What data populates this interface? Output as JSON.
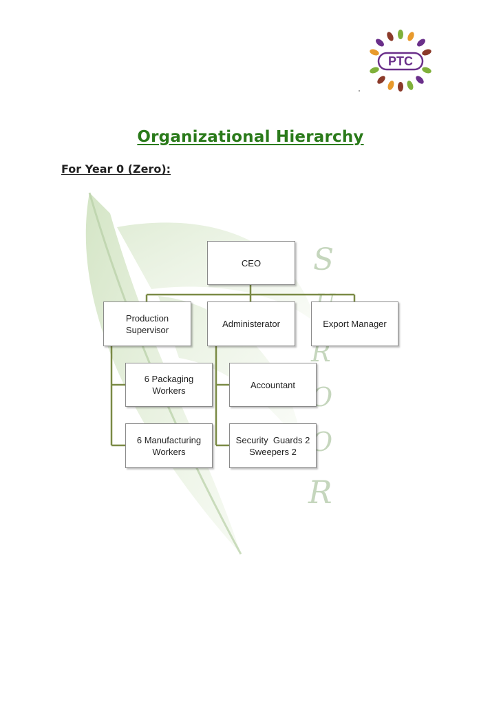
{
  "logo": {
    "text": "PTC",
    "colors": {
      "green": "#7fb03a",
      "orange": "#e89a2c",
      "purple": "#6a2f8a",
      "brown": "#8b3a2a"
    }
  },
  "watermark": {
    "letters": [
      "S",
      "U",
      "R",
      "O",
      "O",
      "R"
    ],
    "leaf_color": "#a9c98e"
  },
  "heading": {
    "title": "Organizational Hierarchy",
    "subtitle": "For Year 0 (Zero):"
  },
  "org_chart": {
    "line_color": "#7a8a45",
    "ceo": "CEO",
    "production_supervisor": {
      "line1": "Production",
      "line2": "Supervisor"
    },
    "administerator": "Administerator",
    "export_manager": "Export Manager",
    "packaging_workers": {
      "line1": "6 Packaging",
      "line2": "Workers"
    },
    "manufacturing_workers": {
      "line1": "6 Manufacturing",
      "line2": "Workers"
    },
    "accountant": "Accountant",
    "security_sweepers": {
      "line1": "Security  Guards 2",
      "line2": "Sweepers 2"
    }
  }
}
